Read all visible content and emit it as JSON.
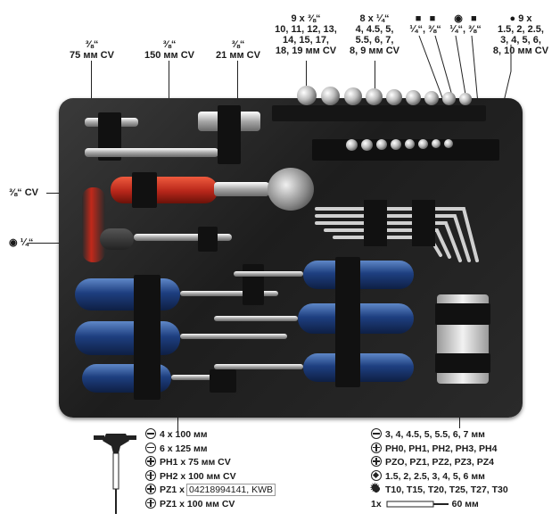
{
  "top_labels": {
    "ext75": "⅜“\n75 мм CV",
    "ext150": "⅜“\n150 мм CV",
    "ext21": "⅜“\n21 мм CV",
    "sockets38": "9 x ⅜“\n10, 11, 12, 13,\n14, 15, 17,\n18, 19 мм CV",
    "sockets14": "8 x ¼“\n4, 4.5, 5,\n5.5, 6, 7,\n8, 9 мм CV",
    "adapters": "■   ■\n¼“, ⅜“",
    "adapters2": "◉   ■\n¼“, ⅜“",
    "hexkeys": "● 9 x\n1.5, 2, 2.5,\n3, 4, 5, 6,\n8, 10 мм CV"
  },
  "side_labels": {
    "ratchet": "⅜“ CV",
    "driver": "◉ ¼“"
  },
  "legend_left": [
    {
      "icon": "minus",
      "text": "4 x 100 мм"
    },
    {
      "icon": "minus",
      "text": "6 x 125 мм"
    },
    {
      "icon": "plus",
      "text": "PH1 x 75 мм CV"
    },
    {
      "icon": "plus",
      "text": "PH2 x 100 мм CV"
    },
    {
      "icon": "plus",
      "text": "PZ1 x",
      "code": "04218994141, KWB"
    },
    {
      "icon": "plus",
      "text": "PZ1 x 100 мм CV"
    }
  ],
  "legend_right": [
    {
      "icon": "minus",
      "text": "3, 4, 4.5, 5, 5.5, 6, 7 мм"
    },
    {
      "icon": "plus",
      "text": "PH0, PH1, PH2, PH3, PH4"
    },
    {
      "icon": "plus",
      "text": "PZO, PZ1, PZ2, PZ3, PZ4"
    },
    {
      "icon": "hex",
      "text": "1.5, 2, 2.5, 3, 4, 5, 6 мм"
    },
    {
      "icon": "star",
      "text": "T10, T15, T20, T25, T27, T30"
    },
    {
      "icon": "none",
      "text": "1x",
      "suffix": "60 мм"
    }
  ]
}
